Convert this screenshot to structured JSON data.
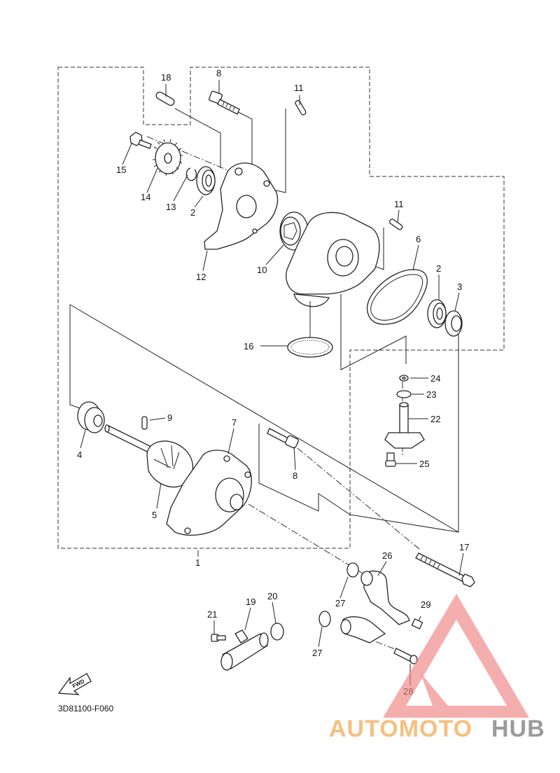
{
  "diagram": {
    "code": "3D81100-F060",
    "fwd": "FWD",
    "labels": [
      "18",
      "8",
      "11",
      "15",
      "14",
      "13",
      "2",
      "12",
      "10",
      "11",
      "6",
      "2",
      "3",
      "16",
      "24",
      "23",
      "22",
      "25",
      "4",
      "9",
      "7",
      "8",
      "5",
      "1",
      "17",
      "26",
      "27",
      "27",
      "19",
      "20",
      "21",
      "29",
      "28"
    ]
  },
  "watermark": {
    "brand_a": "AUTOMOTO",
    "brand_b": "HUB",
    "color_a": "#f5b56a",
    "color_b": "#8a8a8a",
    "triangle_color": "#f08080"
  }
}
